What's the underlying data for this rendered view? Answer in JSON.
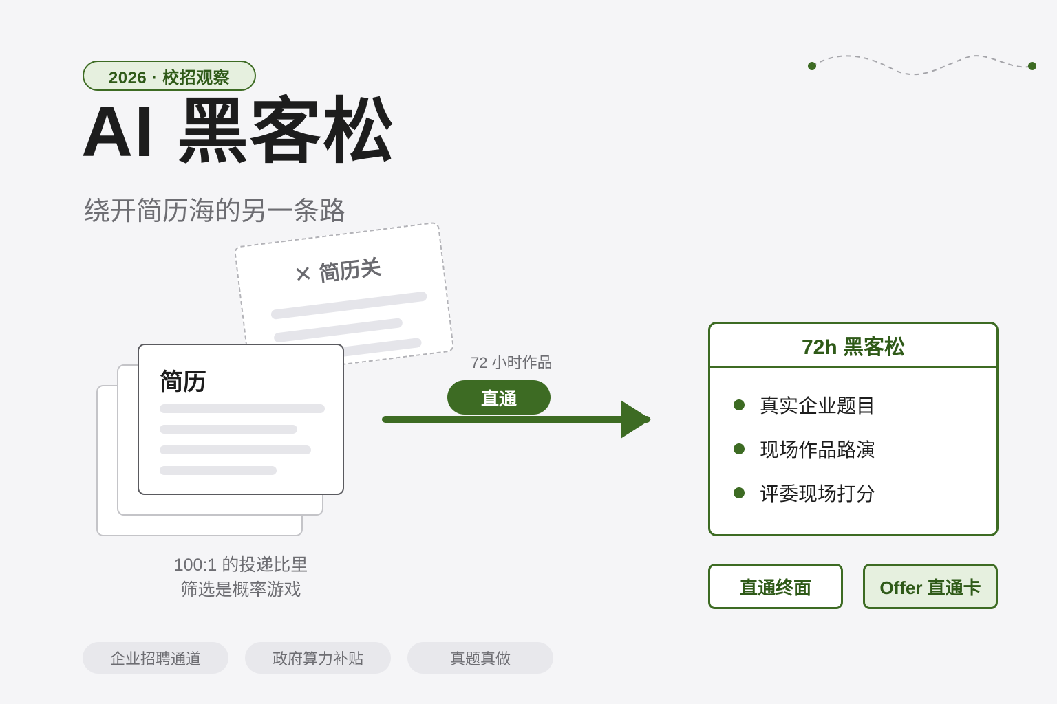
{
  "badge": "2026 · 校招观察",
  "title": "AI 黑客松",
  "subtitle": "绕开简历海的另一条路",
  "rejected_card": {
    "icon": "close-icon",
    "label": "简历关"
  },
  "resume_card": {
    "title": "简历"
  },
  "stack_caption": {
    "line1": "100:1 的投递比里",
    "line2": "筛选是概率游戏"
  },
  "arrow": {
    "label": "72 小时作品",
    "pill": "直通"
  },
  "hackathon": {
    "title": "72h 黑客松",
    "items": [
      "真实企业题目",
      "现场作品路演",
      "评委现场打分"
    ]
  },
  "buttons": {
    "final_interview": "直通终面",
    "offer_card": "Offer 直通卡"
  },
  "tags": [
    "企业招聘通道",
    "政府算力补贴",
    "真题真做"
  ],
  "colors": {
    "accent": "#3d6b23",
    "accent_light": "#e6f0df",
    "background": "#f5f5f7",
    "muted_text": "#6d6d72"
  }
}
